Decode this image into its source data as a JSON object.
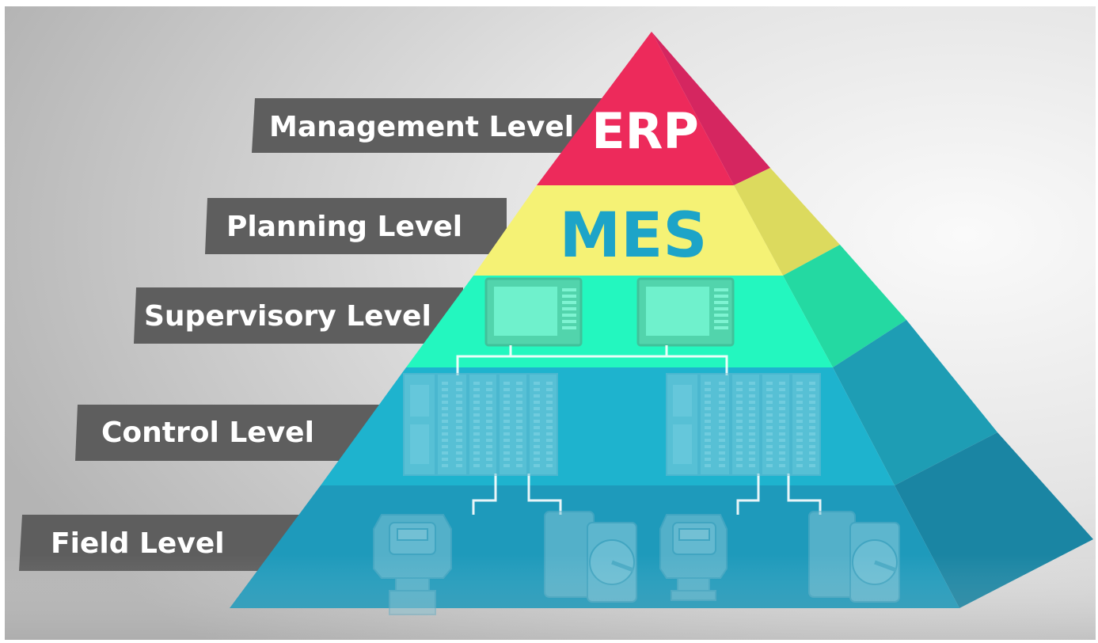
{
  "pyramid": {
    "levels": [
      {
        "id": "management",
        "label": "Management Level",
        "system": "ERP",
        "front_color": "#ED2A5B",
        "side_color": "#D52660"
      },
      {
        "id": "planning",
        "label": "Planning Level",
        "system": "MES",
        "front_color": "#F5F275",
        "side_color": "#DCDA5E"
      },
      {
        "id": "supervisory",
        "label": "Supervisory Level",
        "system": "",
        "front_color": "#23F7BF",
        "side_color": "#24D9A2"
      },
      {
        "id": "control",
        "label": "Control Level",
        "system": "",
        "front_color": "#1EB3CE",
        "side_color": "#1E9DB4"
      },
      {
        "id": "field",
        "label": "Field Level",
        "system": "",
        "front_color": "#1E9ABB",
        "side_color": "#1A85A3"
      }
    ],
    "erp_text_color": "#ffffff",
    "mes_text_color": "#1DA4C8",
    "label_box_color": "#5E5E5E"
  }
}
